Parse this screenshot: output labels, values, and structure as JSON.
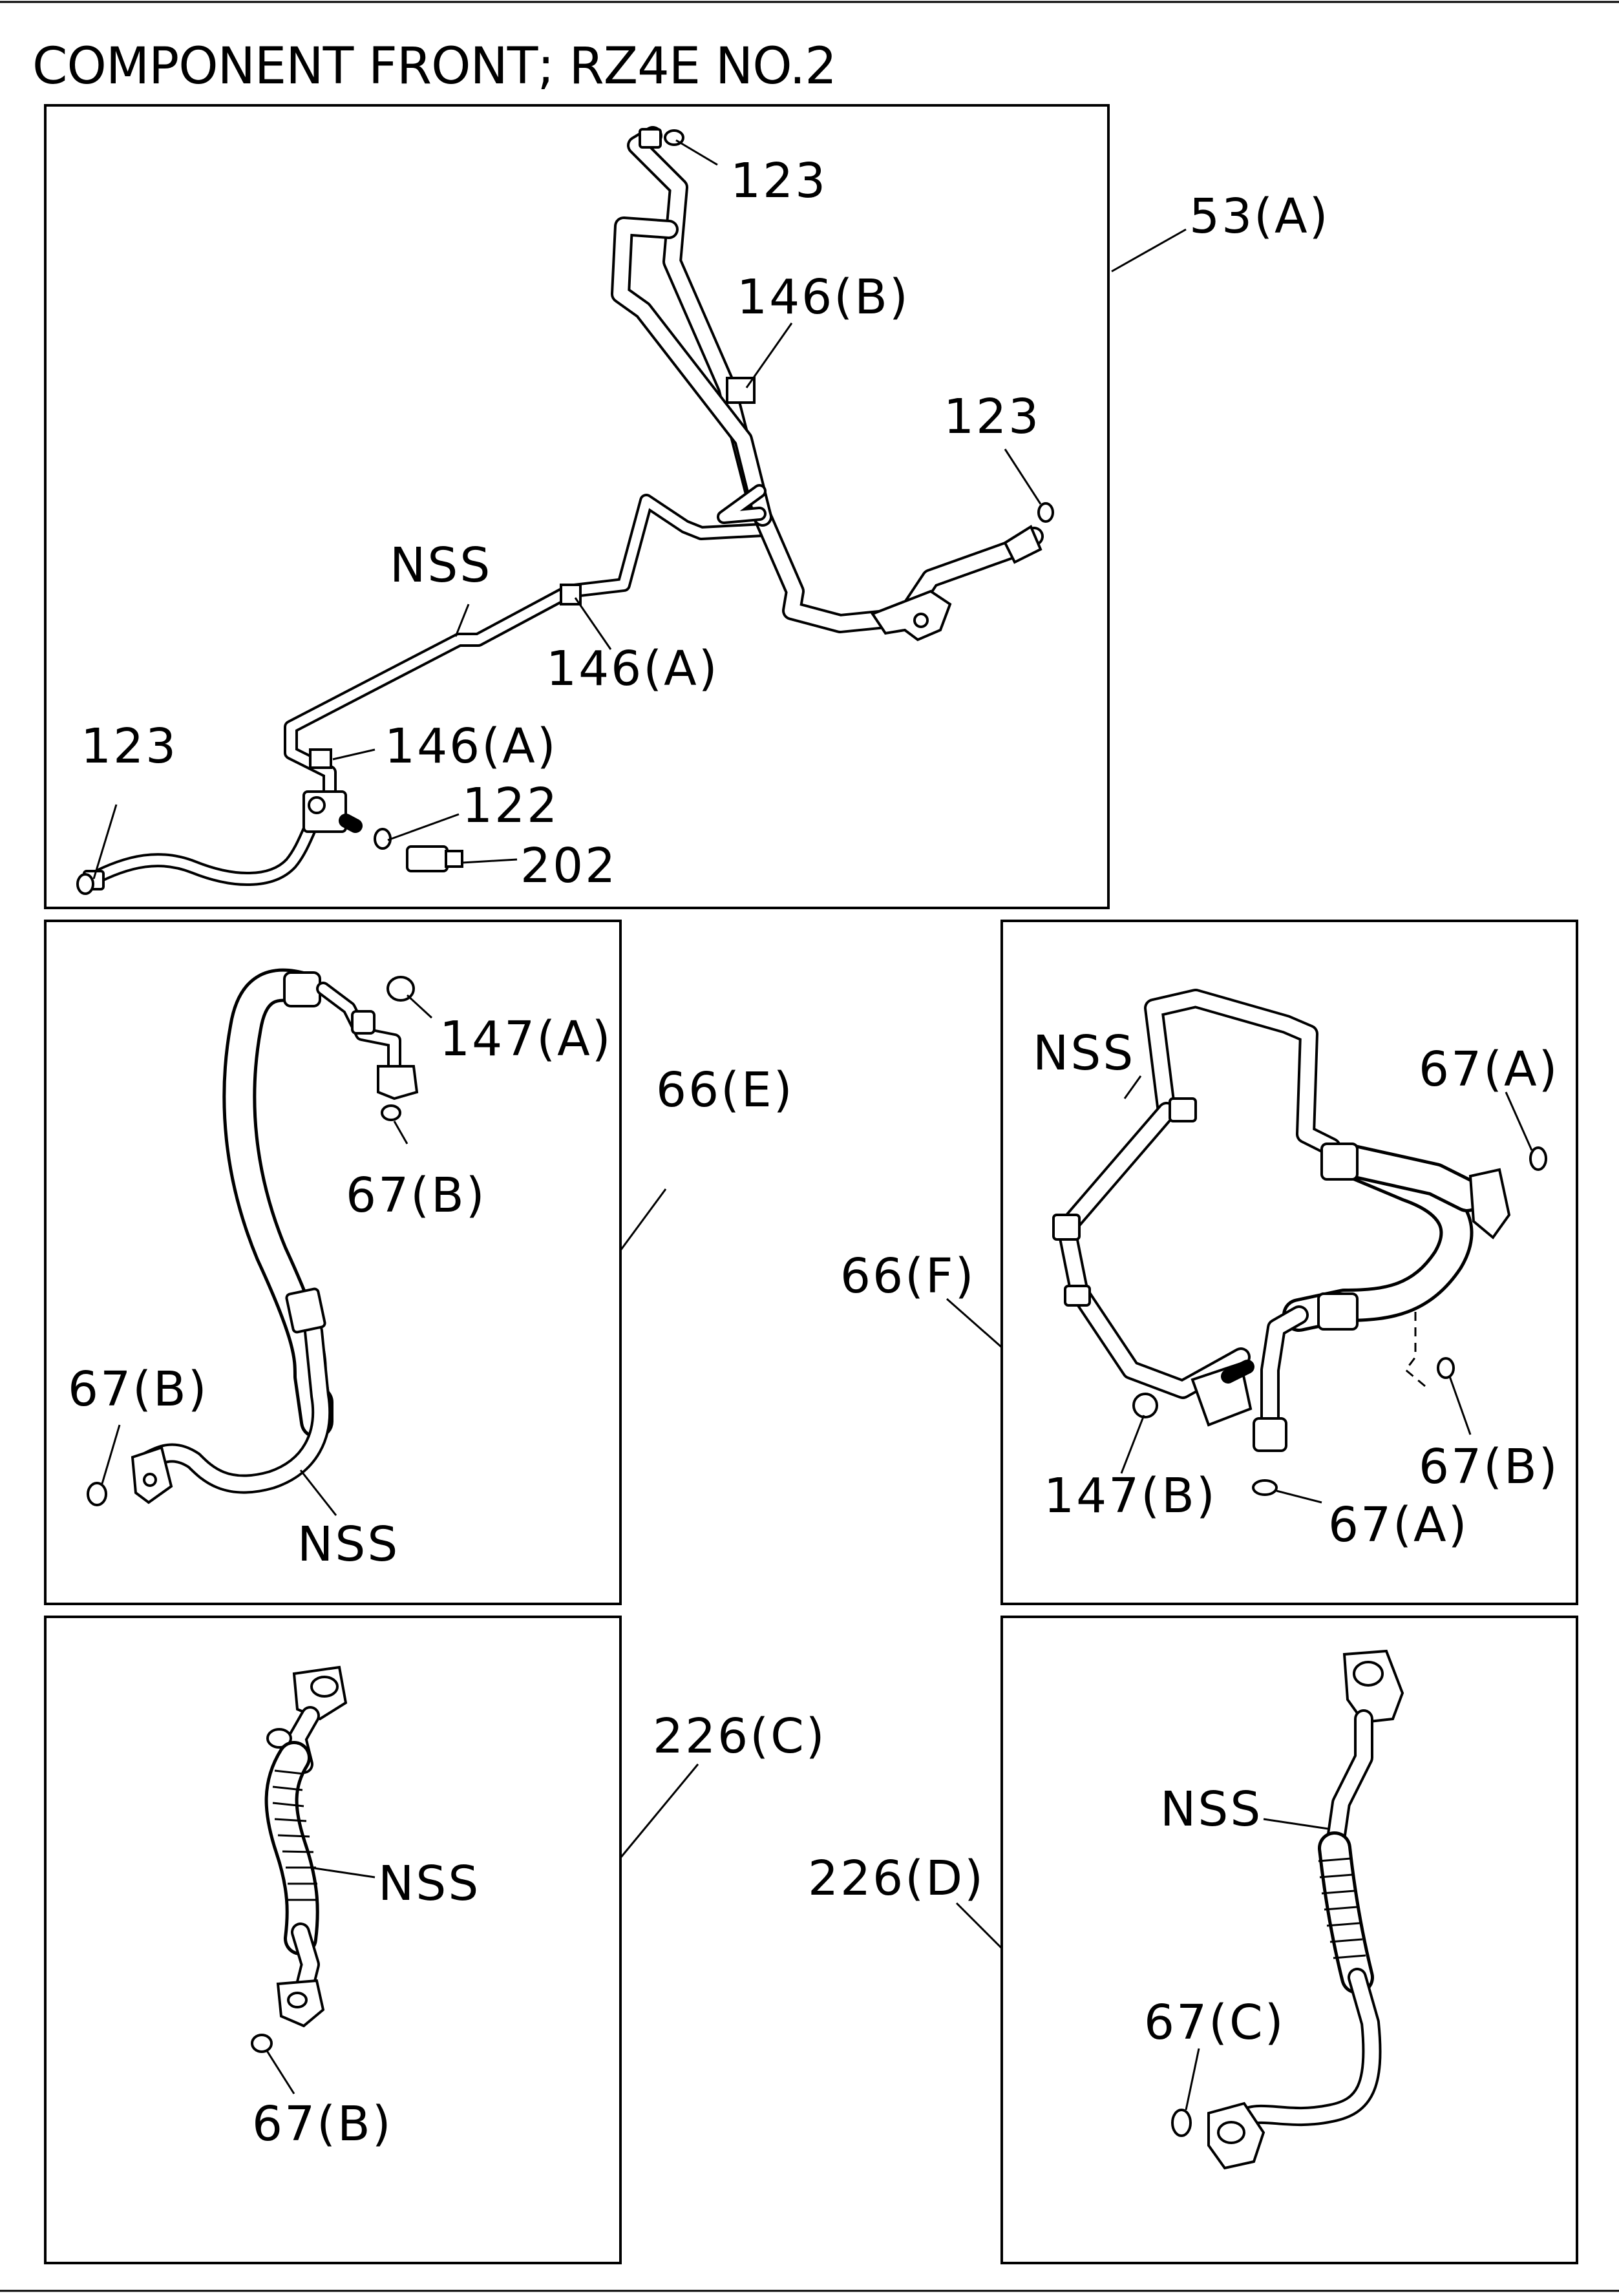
{
  "title": "COMPONENT FRONT; RZ4E NO.2",
  "panels": {
    "p53a": {
      "ref": "53(A)",
      "labels": [
        "123",
        "146(B)",
        "123",
        "NSS",
        "146(A)",
        "123",
        "146(A)",
        "122",
        "202"
      ]
    },
    "p66e": {
      "ref": "66(E)",
      "labels": [
        "147(A)",
        "67(B)",
        "67(B)",
        "NSS"
      ]
    },
    "p66f": {
      "ref": "66(F)",
      "labels": [
        "NSS",
        "67(A)",
        "67(B)",
        "147(B)",
        "67(A)"
      ]
    },
    "p226c": {
      "ref": "226(C)",
      "labels": [
        "NSS",
        "67(B)"
      ]
    },
    "p226d": {
      "ref": "226(D)",
      "labels": [
        "NSS",
        "67(C)"
      ]
    }
  }
}
